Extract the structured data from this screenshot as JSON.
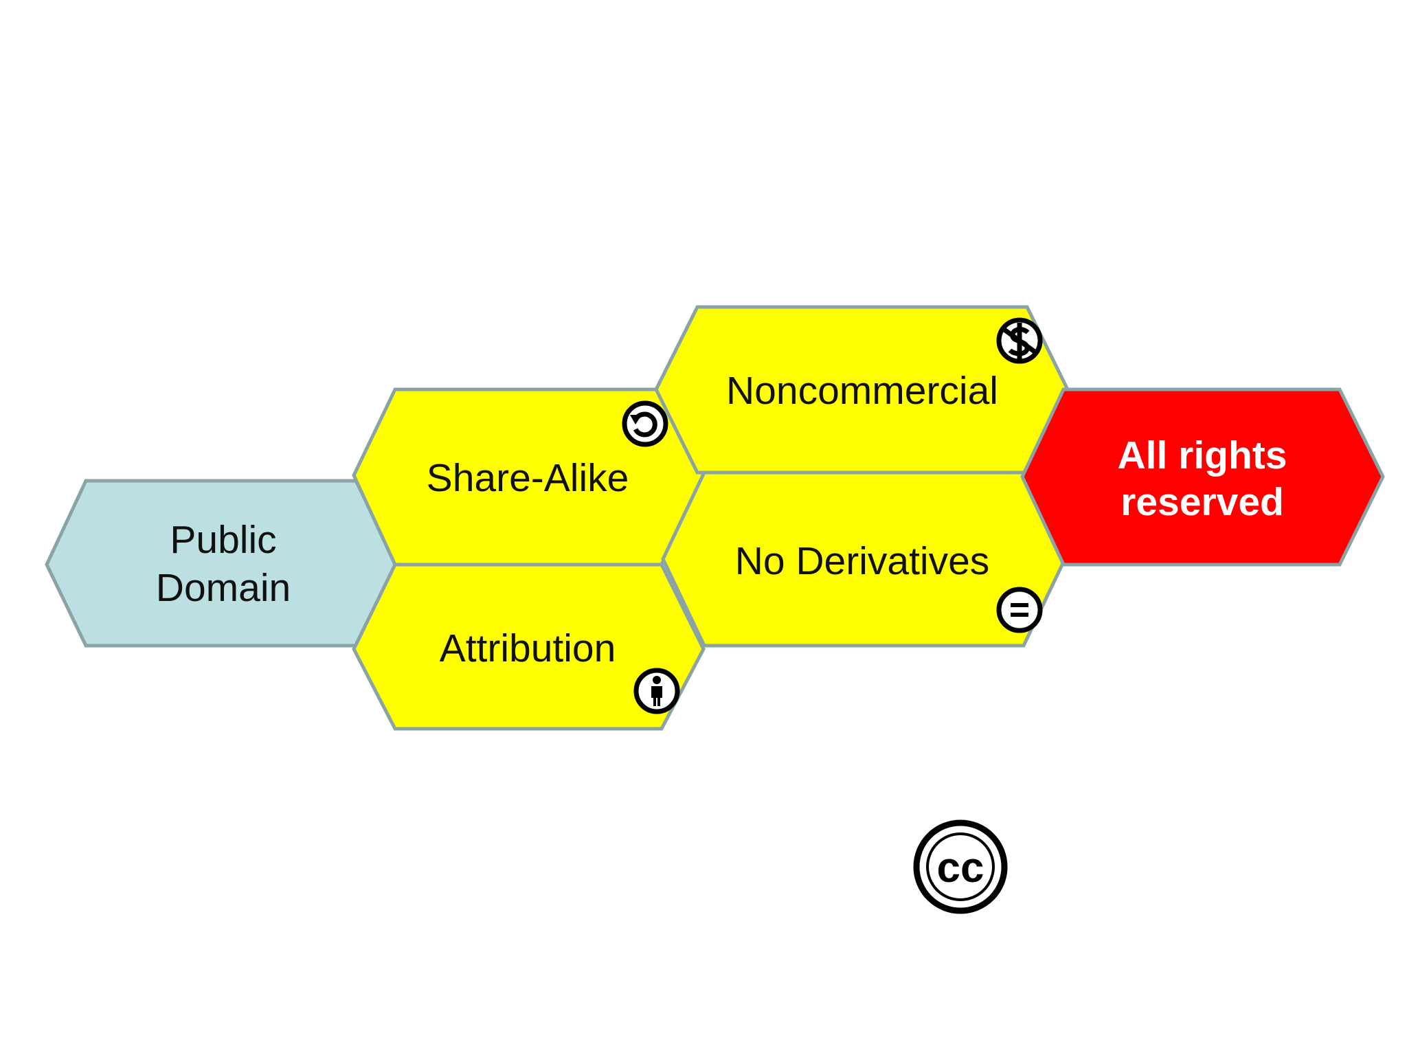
{
  "colors": {
    "public_domain_fill": "#bcdfe2",
    "cc_license_fill": "#ffff00",
    "all_rights_reserved_fill": "#ff0000",
    "cell_border": "#8aa3a6",
    "icon_stroke": "#000000"
  },
  "cells": {
    "public_domain": {
      "lines": [
        "Public",
        "Domain"
      ]
    },
    "share_alike": {
      "lines": [
        "Share-Alike"
      ],
      "icon": "share-alike-icon"
    },
    "attribution": {
      "lines": [
        "Attribution"
      ],
      "icon": "attribution-icon"
    },
    "noncommercial": {
      "lines": [
        "Noncommercial"
      ],
      "icon": "noncommercial-icon"
    },
    "no_derivatives": {
      "lines": [
        "No Derivatives"
      ],
      "icon": "no-derivatives-icon"
    },
    "all_rights_reserved": {
      "lines": [
        "All rights",
        "reserved"
      ]
    }
  },
  "logo": {
    "name": "creative-commons-logo-icon",
    "text": "cc"
  }
}
